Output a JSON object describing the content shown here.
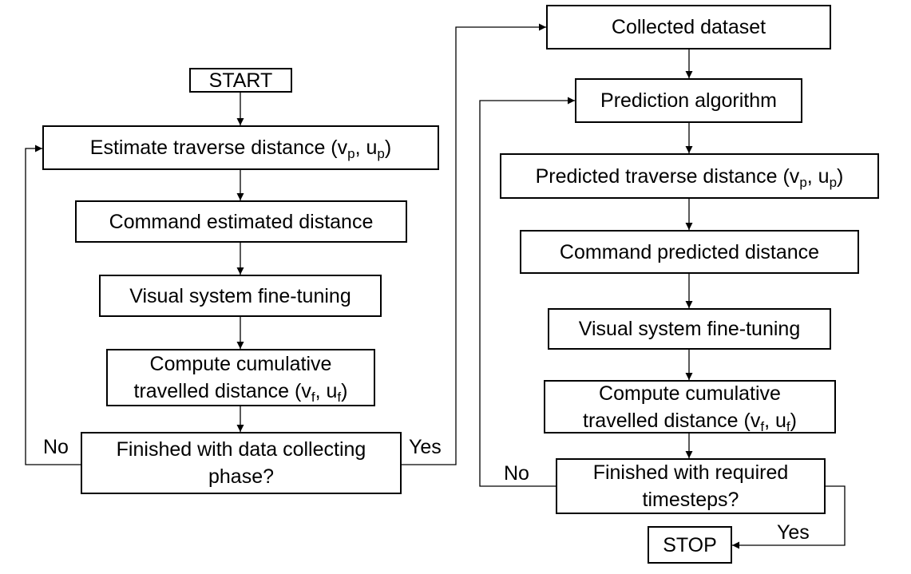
{
  "left": {
    "start": "START",
    "estimate": {
      "text": "Estimate traverse distance (v",
      "sub1": "p",
      "mid": ", u",
      "sub2": "p",
      "end": ")"
    },
    "command": "Command estimated distance",
    "visual": "Visual system fine-tuning",
    "compute": {
      "line1": "Compute cumulative",
      "line2_text": "travelled distance (v",
      "sub1": "f",
      "mid": ", u",
      "sub2": "f",
      "end": ")"
    },
    "decision": {
      "line1": "Finished with data collecting",
      "line2": "phase?"
    },
    "no_label": "No",
    "yes_label": "Yes"
  },
  "right": {
    "dataset": "Collected dataset",
    "prediction": "Prediction algorithm",
    "predicted": {
      "text": "Predicted traverse distance (v",
      "sub1": "p",
      "mid": ", u",
      "sub2": "p",
      "end": ")"
    },
    "command": "Command predicted distance",
    "visual": "Visual system fine-tuning",
    "compute": {
      "line1": "Compute cumulative",
      "line2_text": "travelled distance (v",
      "sub1": "f",
      "mid": ", u",
      "sub2": "f",
      "end": ")"
    },
    "decision": {
      "line1": "Finished with required",
      "line2": "timesteps?"
    },
    "no_label": "No",
    "yes_label": "Yes",
    "stop": "STOP"
  }
}
